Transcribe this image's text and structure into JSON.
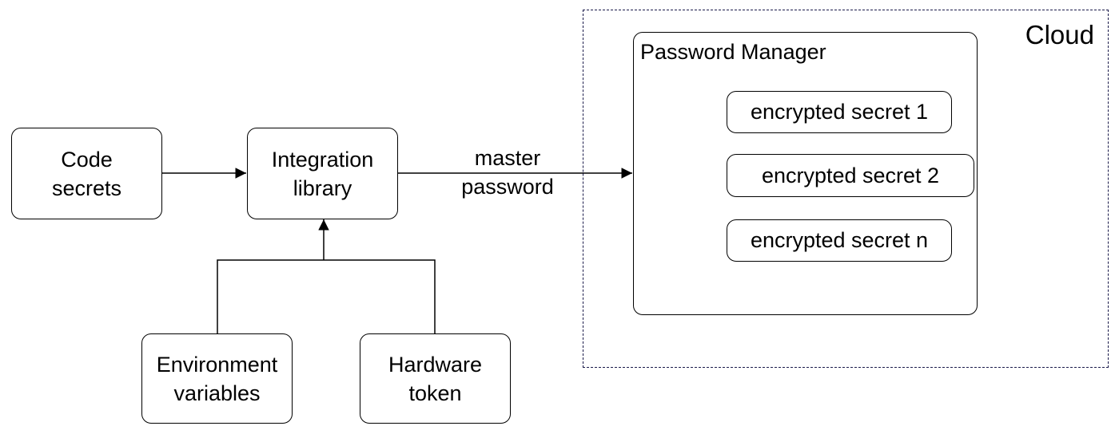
{
  "cloud": {
    "label": "Cloud"
  },
  "nodes": {
    "code_secrets": {
      "lines": [
        "Code",
        "secrets"
      ]
    },
    "integration_library": {
      "lines": [
        "Integration",
        "library"
      ]
    },
    "environment_variables": {
      "lines": [
        "Environment",
        "variables"
      ]
    },
    "hardware_token": {
      "lines": [
        "Hardware",
        "token"
      ]
    }
  },
  "password_manager": {
    "title": "Password Manager",
    "secrets": [
      "encrypted secret 1",
      "encrypted secret 2",
      "encrypted secret n"
    ]
  },
  "edges": {
    "master_password": {
      "lines": [
        "master",
        "password"
      ]
    }
  }
}
